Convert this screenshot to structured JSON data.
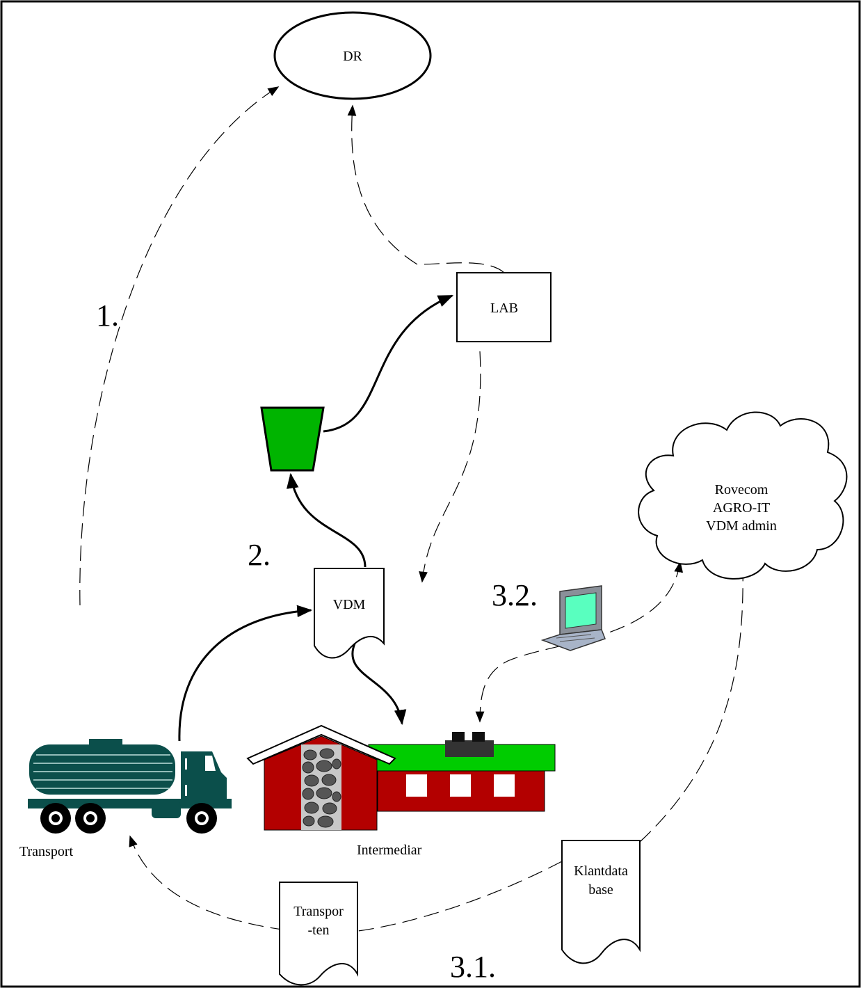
{
  "nodes": {
    "dr": "DR",
    "lab": "LAB",
    "vdm": "VDM",
    "cloud": [
      "Rovecom",
      "AGRO-IT",
      "VDM admin"
    ],
    "transport": "Transport",
    "intermediar": "Intermediar",
    "klantdatabase": [
      "Klantdata",
      "base"
    ],
    "transporten": [
      "Transpor",
      "-ten"
    ]
  },
  "steps": {
    "step1": "1.",
    "step2": "2.",
    "step31": "3.1.",
    "step32": "3.2."
  },
  "colors": {
    "truck": "#0b4f4b",
    "house_red": "#b30000",
    "roof_green": "#00cc00",
    "sample_green": "#00b400",
    "screen": "#59ffbf"
  },
  "icons": {
    "truck": "tanker-truck-icon",
    "farm": "farm-house-icon",
    "laptop": "laptop-icon",
    "sample": "sample-bucket-icon"
  }
}
